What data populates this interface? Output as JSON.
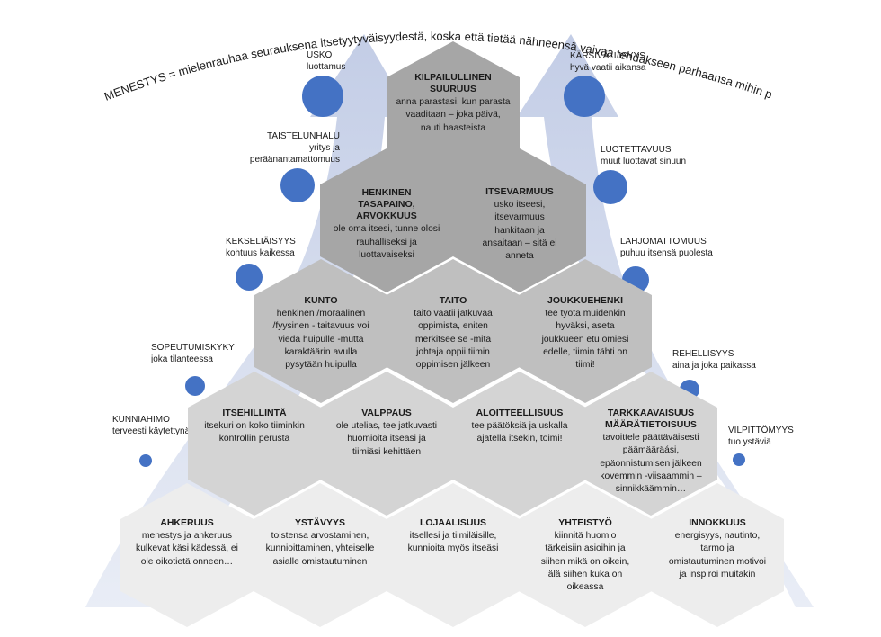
{
  "headline": "MENESTYS = mielenrauhaa seurauksena itsetyytyväisyydestä, koska että tietää nähneensä vaivaa tehdäkseen parhaansa mihin pystyy...",
  "colors": {
    "arrow": "#cdd5ea",
    "dot": "#4472c4",
    "hex_dark": "#a6a6a6",
    "hex_mid": "#bfbfbf",
    "hex_light": "#d4d4d4",
    "hex_lighter": "#e2e2e2",
    "hex_lightest": "#ededed"
  },
  "left_qualities": [
    {
      "title": "USKO",
      "desc": "luottamus"
    },
    {
      "title": "TAISTELUNHALU",
      "desc": "yritys ja\nperäänantamattomuus"
    },
    {
      "title": "KEKSELIÄISYYS",
      "desc": "kohtuus kaikessa"
    },
    {
      "title": "SOPEUTUMISKYKY",
      "desc": "joka tilanteessa"
    },
    {
      "title": "KUNNIAHIMO",
      "desc": "terveesti käytettynä"
    }
  ],
  "right_qualities": [
    {
      "title": "KÄRSIVÄLLISYYS",
      "desc": "hyvä vaatii aikansa"
    },
    {
      "title": "LUOTETTAVUUS",
      "desc": "muut luottavat sinuun"
    },
    {
      "title": "LAHJOMATTOMUUS",
      "desc": "puhuu itsensä puolesta"
    },
    {
      "title": "REHELLISYYS",
      "desc": "aina ja joka paikassa"
    },
    {
      "title": "VILPITTÖMYYS",
      "desc": "tuo ystäviä"
    }
  ],
  "pyramid": {
    "row1": [
      {
        "title": "KILPAILULLINEN SUURUUS",
        "desc": "anna parastasi, kun parasta vaaditaan – joka päivä, nauti haasteista"
      }
    ],
    "row2": [
      {
        "title": "HENKINEN TASAPAINO, ARVOKKUUS",
        "desc": "ole oma itsesi, tunne olosi rauhalliseksi ja luottavaiseksi"
      },
      {
        "title": "ITSEVARMUUS",
        "desc": "usko itseesi, itsevarmuus hankitaan ja ansaitaan – sitä ei anneta"
      }
    ],
    "row3": [
      {
        "title": "KUNTO",
        "desc": "henkinen /moraalinen /fyysinen - taitavuus voi viedä huipulle -mutta karaktäärin avulla pysytään huipulla"
      },
      {
        "title": "TAITO",
        "desc": "taito vaatii jatkuvaa oppimista, eniten merkitsee se -mitä johtaja oppii tiimin oppimisen jälkeen"
      },
      {
        "title": "JOUKKUEHENKI",
        "desc": "tee työtä muidenkin hyväksi, aseta joukkueen etu omiesi edelle, tiimin tähti on tiimi!"
      }
    ],
    "row4": [
      {
        "title": "ITSEHILLINTÄ",
        "desc": "itsekuri on koko tiiminkin kontrollin perusta"
      },
      {
        "title": "VALPPAUS",
        "desc": "ole utelias, tee jatkuvasti huomioita itseäsi ja tiimiäsi kehittäen"
      },
      {
        "title": "ALOITTEELLISUUS",
        "desc": "tee päätöksiä ja uskalla ajatella itsekin, toimi!"
      },
      {
        "title": "TARKKAAVAISUUS MÄÄRÄTIETOISUUS",
        "desc": "tavoittele päättäväisesti päämääräási, epäonnistumisen jälkeen kovemmin -viisaammin – sinnikkäämmin…"
      }
    ],
    "row5": [
      {
        "title": "AHKERUUS",
        "desc": "menestys ja ahkeruus kulkevat käsi kädessä, ei ole oikotietä onneen…"
      },
      {
        "title": "YSTÄVYYS",
        "desc": "toistensa arvostaminen, kunnioittaminen, yhteiselle asialle omistautuminen"
      },
      {
        "title": "LOJAALISUUS",
        "desc": "itsellesi ja tiimiläisille, kunnioita myös itseäsi"
      },
      {
        "title": "YHTEISTYÖ",
        "desc": "kiinnitä huomio tärkeisiin asioihin ja siihen mikä on oikein, älä siihen kuka on oikeassa"
      },
      {
        "title": "INNOKKUUS",
        "desc": "energisyys, nautinto, tarmo ja omistautuminen motivoi ja inspiroi muitakin"
      }
    ]
  }
}
